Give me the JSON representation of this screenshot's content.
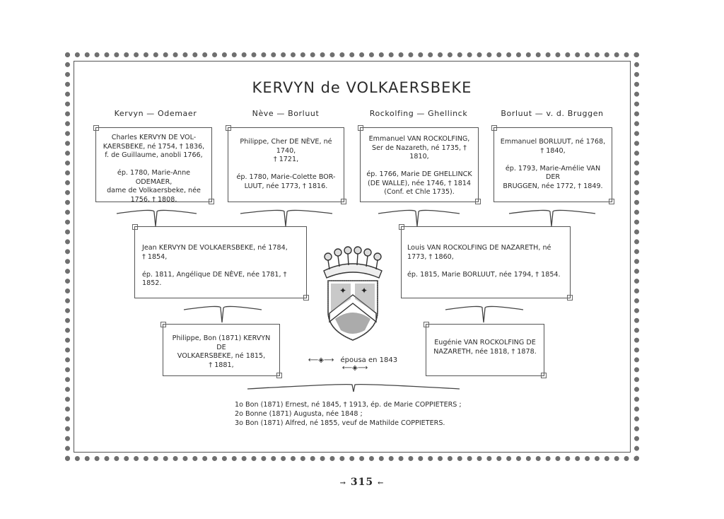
{
  "title": "KERVYN de VOLKAERSBEKE",
  "columns": [
    {
      "heading": "Kervyn — Odemaer",
      "text": "Charles KERVYN DE VOL-\nKAERSBEKE, né 1754, † 1836,\nf. de Guillaume, anobli 1766,\n\nép. 1780, Marie-Anne ODEMAER,\ndame de Volkaersbeke, née\n1756, † 1808."
    },
    {
      "heading": "Nève — Borluut",
      "text": "Philippe, Cher DE NÈVE, né 1740,\n† 1721,\n\nép. 1780, Marie-Colette BOR-\nLUUT, née 1773, † 1816."
    },
    {
      "heading": "Rockolfing — Ghellinck",
      "text": "Emmanuel VAN ROCKOLFING,\nSer de Nazareth, né 1735, † 1810,\n\nép. 1766, Marie DE GHELLINCK\n(DE WALLE), née 1746, † 1814\n(Conf. et Chle 1735)."
    },
    {
      "heading": "Borluut — v. d. Bruggen",
      "text": "Emmanuel BORLUUT, né 1768,\n† 1840,\n\nép. 1793, Marie-Amélie VAN DER\nBRUGGEN, née 1772, † 1849."
    }
  ],
  "middle": [
    {
      "text": "Jean KERVYN DE VOLKAERSBEKE, né 1784,\n† 1854,\n\nép. 1811, Angélique DE NÈVE, née 1781, † 1852."
    },
    {
      "text": "Louis VAN ROCKOLFING DE NAZARETH, né\n1773, † 1860,\n\nép. 1815, Marie BORLUUT, née 1794, † 1854."
    }
  ],
  "bottom": [
    {
      "text": "Philippe, Bon (1871) KERVYN DE\nVOLKAERSBEKE, né 1815,\n† 1881,"
    },
    {
      "text": "Eugénie VAN ROCKOLFING DE\nNAZARETH, née 1818, † 1878."
    }
  ],
  "marriage": "épousa en 1843",
  "children": "1o Bon (1871) Ernest, né 1845, † 1913, ép. de Marie COPPIETERS ;\n2o Bonne (1871) Augusta, née 1848 ;\n3o Bon (1871) Alfred, né 1855, veuf de Mathilde COPPIETERS.",
  "page_number": "315"
}
